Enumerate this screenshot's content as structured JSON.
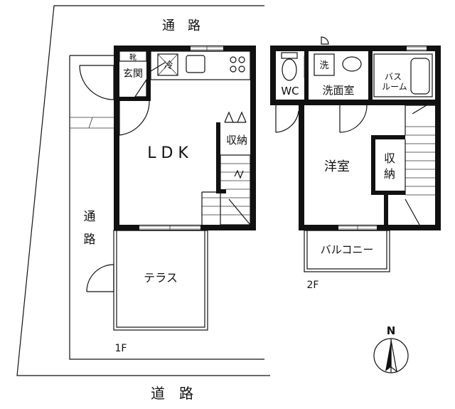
{
  "roads": {
    "top": "通　路",
    "left_line1": "通",
    "left_line2": "路",
    "bottom": "道　路"
  },
  "floor1": {
    "level": "1F",
    "ldk": "L D K",
    "genkan": "玄関",
    "shoes": "靴",
    "fridge": "冷",
    "closet": "収納",
    "terrace": "テラス"
  },
  "floor2": {
    "level": "2F",
    "wc": "WC",
    "washroom": "洗面室",
    "washer": "洗",
    "bath_line1": "バス",
    "bath_line2": "ルーム",
    "western_room": "洋室",
    "closet_line1": "収",
    "closet_line2": "納",
    "balcony": "バルコニー"
  },
  "compass": {
    "north": "N"
  }
}
